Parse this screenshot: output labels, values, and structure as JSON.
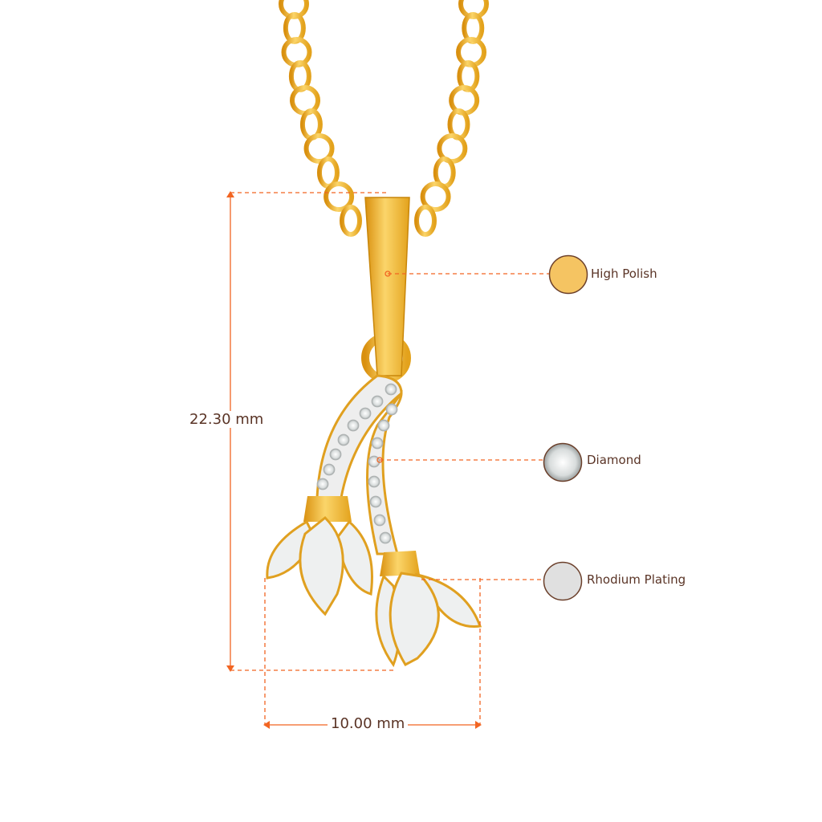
{
  "dimensions": {
    "height_label": "22.30 mm",
    "width_label": "10.00 mm"
  },
  "callouts": [
    {
      "label": "High Polish",
      "swatch_color": "#f5c462"
    },
    {
      "label": "Diamond",
      "swatch_color": "#e8eaea"
    },
    {
      "label": "Rhodium Plating",
      "swatch_color": "#e0e0e0"
    }
  ],
  "colors": {
    "gold": "#f2b632",
    "gold_dark": "#c8860a",
    "accent_line": "#f26522",
    "text": "#5a3426"
  }
}
